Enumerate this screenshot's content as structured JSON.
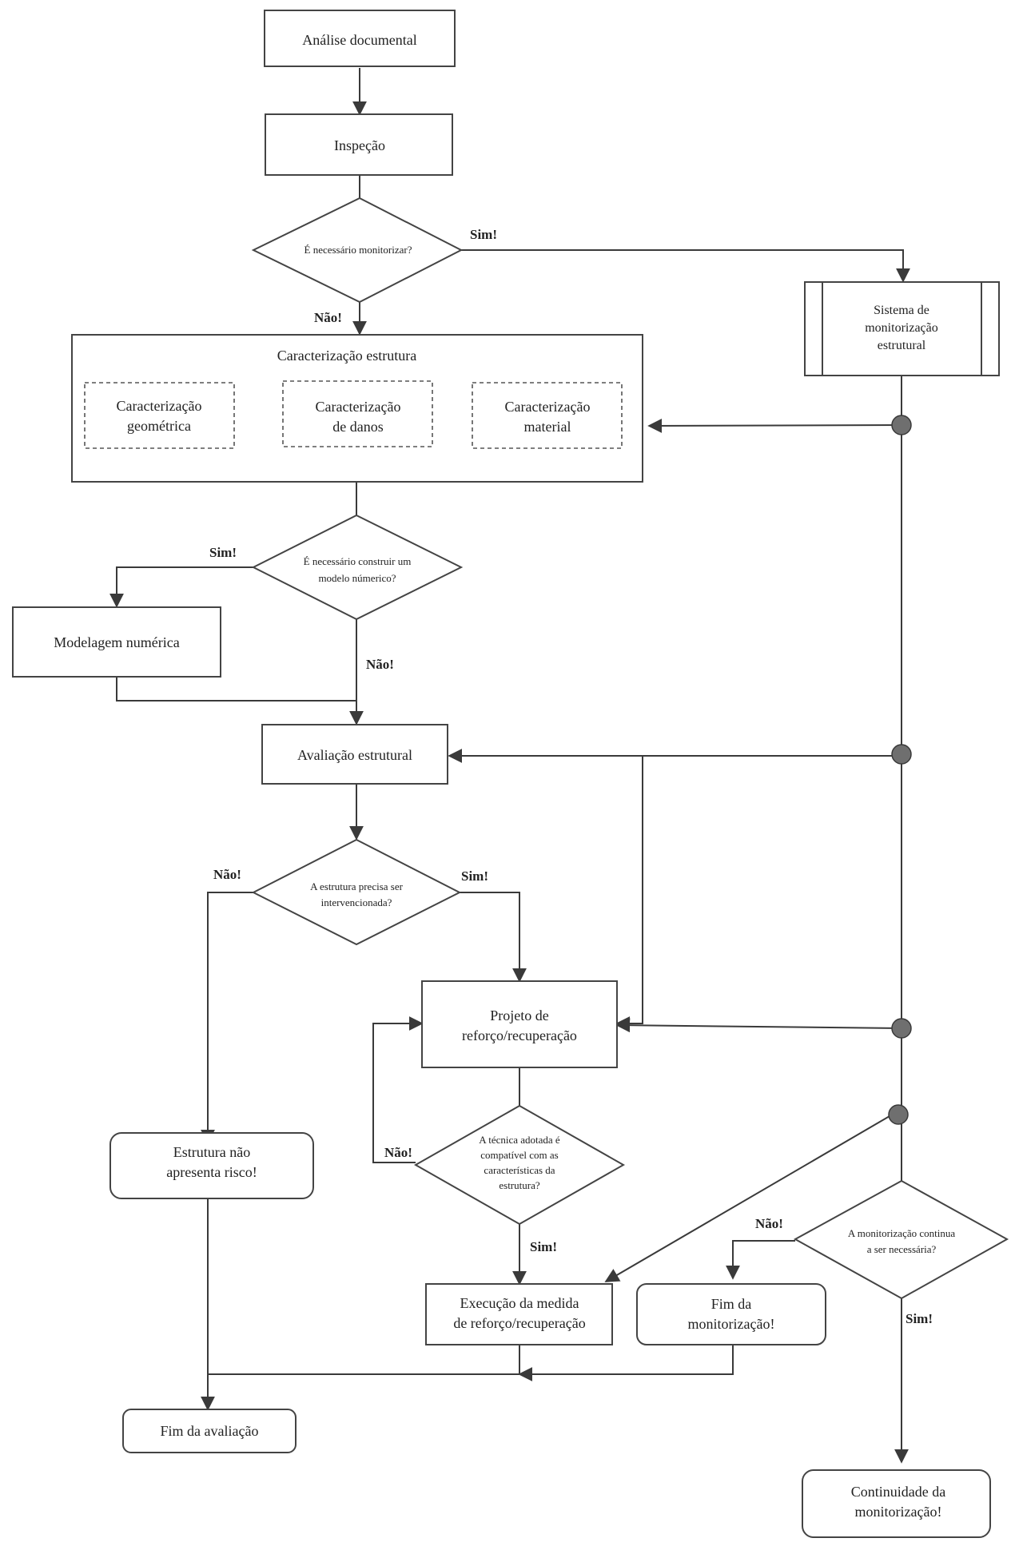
{
  "nodes": {
    "analise": "Análise documental",
    "inspecao": "Inspeção",
    "d1": "É necessário monitorizar?",
    "sistema": [
      "Sistema de",
      "monitorização",
      "estrutural"
    ],
    "caract_title": "Caracterização estrutura",
    "cg": [
      "Caracterização",
      "geométrica"
    ],
    "cd": [
      "Caracterização",
      "de danos"
    ],
    "cm": [
      "Caracterização",
      "material"
    ],
    "d2": [
      "É necessário construir um",
      "modelo númerico?"
    ],
    "modelagem": "Modelagem numérica",
    "avaliacao": "Avaliação estrutural",
    "d3": [
      "A estrutura precisa ser",
      "intervencionada?"
    ],
    "estrutura_ok": [
      "Estrutura não",
      "apresenta risco!"
    ],
    "projeto": [
      "Projeto de",
      "reforço/recuperação"
    ],
    "d4": [
      "A técnica adotada é",
      "compatível com as",
      "características da",
      "estrutura?"
    ],
    "execucao": [
      "Execução da medida",
      "de reforço/recuperação"
    ],
    "fim_mon": [
      "Fim da",
      "monitorização!"
    ],
    "d5": [
      "A monitorização continua",
      "a ser necessária?"
    ],
    "fim_aval": "Fim da avaliação",
    "continuidade": [
      "Continuidade da",
      "monitorização!"
    ]
  },
  "labels": {
    "sim": "Sim!",
    "nao": "Não!"
  },
  "colors": {
    "line": "#3a3a3a",
    "junction": "#6f6f6f"
  }
}
